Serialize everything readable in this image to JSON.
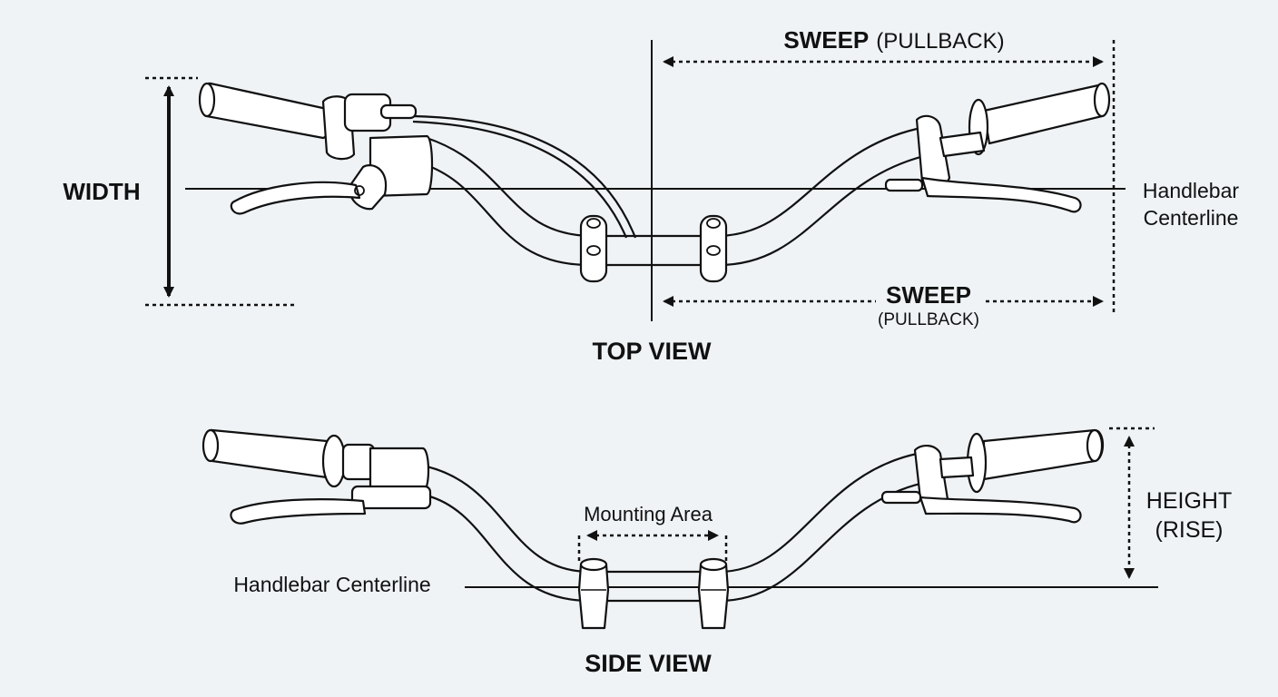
{
  "top_view": {
    "title": "TOP VIEW",
    "width_label": "WIDTH",
    "sweep_top_label_main": "SWEEP",
    "sweep_top_label_sub": "(PULLBACK)",
    "sweep_bottom_label_main": "SWEEP",
    "sweep_bottom_label_sub": "(PULLBACK)",
    "centerline_label_line1": "Handlebar",
    "centerline_label_line2": "Centerline"
  },
  "side_view": {
    "title": "SIDE VIEW",
    "mounting_label": "Mounting Area",
    "centerline_label": "Handlebar Centerline",
    "height_label_line1": "HEIGHT",
    "height_label_line2": "(RISE)"
  },
  "colors": {
    "ink": "#111111",
    "background": "#eff3f6",
    "part_fill": "#ffffff"
  }
}
